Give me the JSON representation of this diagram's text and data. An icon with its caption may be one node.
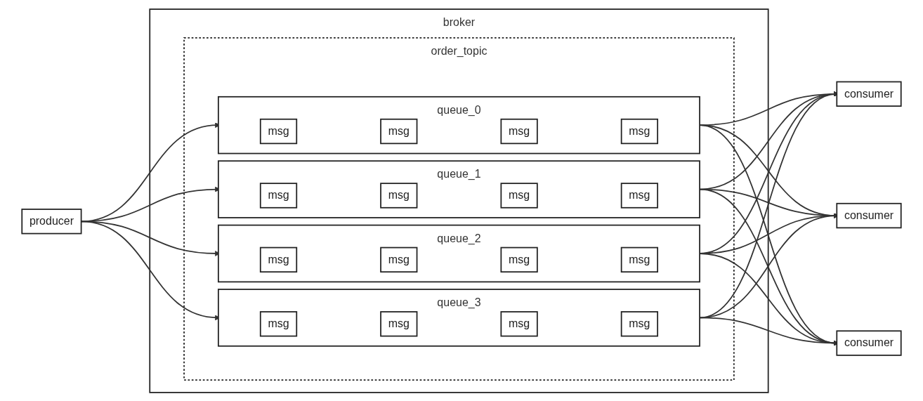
{
  "diagram": {
    "nodes": [
      {
        "text": [
          "producer"
        ]
      },
      {
        "text": [
          "broker"
        ]
      },
      {
        "text": [
          "order_topic"
        ],
        "in": 1
      },
      {
        "text": [
          "queue_0"
        ],
        "in": 2
      },
      {
        "text": [
          "msg"
        ],
        "in": 3
      },
      {
        "text": [
          "msg"
        ],
        "in": 3
      },
      {
        "text": [
          "msg"
        ],
        "in": 3
      },
      {
        "text": [
          "msg"
        ],
        "in": 3
      },
      {
        "text": [
          "queue_1"
        ],
        "in": 2
      },
      {
        "text": [
          "msg"
        ],
        "in": 8
      },
      {
        "text": [
          "msg"
        ],
        "in": 8
      },
      {
        "text": [
          "msg"
        ],
        "in": 8
      },
      {
        "text": [
          "msg"
        ],
        "in": 8
      },
      {
        "text": [
          "queue_2"
        ],
        "in": 2
      },
      {
        "text": [
          "msg"
        ],
        "in": 13
      },
      {
        "text": [
          "msg"
        ],
        "in": 13
      },
      {
        "text": [
          "msg"
        ],
        "in": 13
      },
      {
        "text": [
          "msg"
        ],
        "in": 13
      },
      {
        "text": [
          "queue_3"
        ],
        "in": 2
      },
      {
        "text": [
          "msg"
        ],
        "in": 18
      },
      {
        "text": [
          "msg"
        ],
        "in": 18
      },
      {
        "text": [
          "msg"
        ],
        "in": 18
      },
      {
        "text": [
          "msg"
        ],
        "in": 18
      },
      {
        "text": [
          "consumer"
        ]
      },
      {
        "text": [
          "consumer"
        ]
      },
      {
        "text": [
          "consumer"
        ]
      }
    ],
    "edges": [
      {
        "from": 0,
        "to": 3,
        "arrow": "to"
      },
      {
        "from": 0,
        "to": 8,
        "arrow": "to"
      },
      {
        "from": 0,
        "to": 13,
        "arrow": "to"
      },
      {
        "from": 0,
        "to": 18,
        "arrow": "to"
      },
      {
        "from": 3,
        "to": 23,
        "arrow": "to"
      },
      {
        "from": 3,
        "to": 24,
        "arrow": "to"
      },
      {
        "from": 3,
        "to": 25,
        "arrow": "to"
      },
      {
        "from": 8,
        "to": 23,
        "arrow": "to"
      },
      {
        "from": 8,
        "to": 24,
        "arrow": "to"
      },
      {
        "from": 8,
        "to": 25,
        "arrow": "to"
      },
      {
        "from": 13,
        "to": 23,
        "arrow": "to"
      },
      {
        "from": 13,
        "to": 24,
        "arrow": "to"
      },
      {
        "from": 13,
        "to": 25,
        "arrow": "to"
      },
      {
        "from": 18,
        "to": 23,
        "arrow": "to"
      },
      {
        "from": 18,
        "to": 24,
        "arrow": "to"
      },
      {
        "from": 18,
        "to": 25,
        "arrow": "to"
      }
    ]
  }
}
